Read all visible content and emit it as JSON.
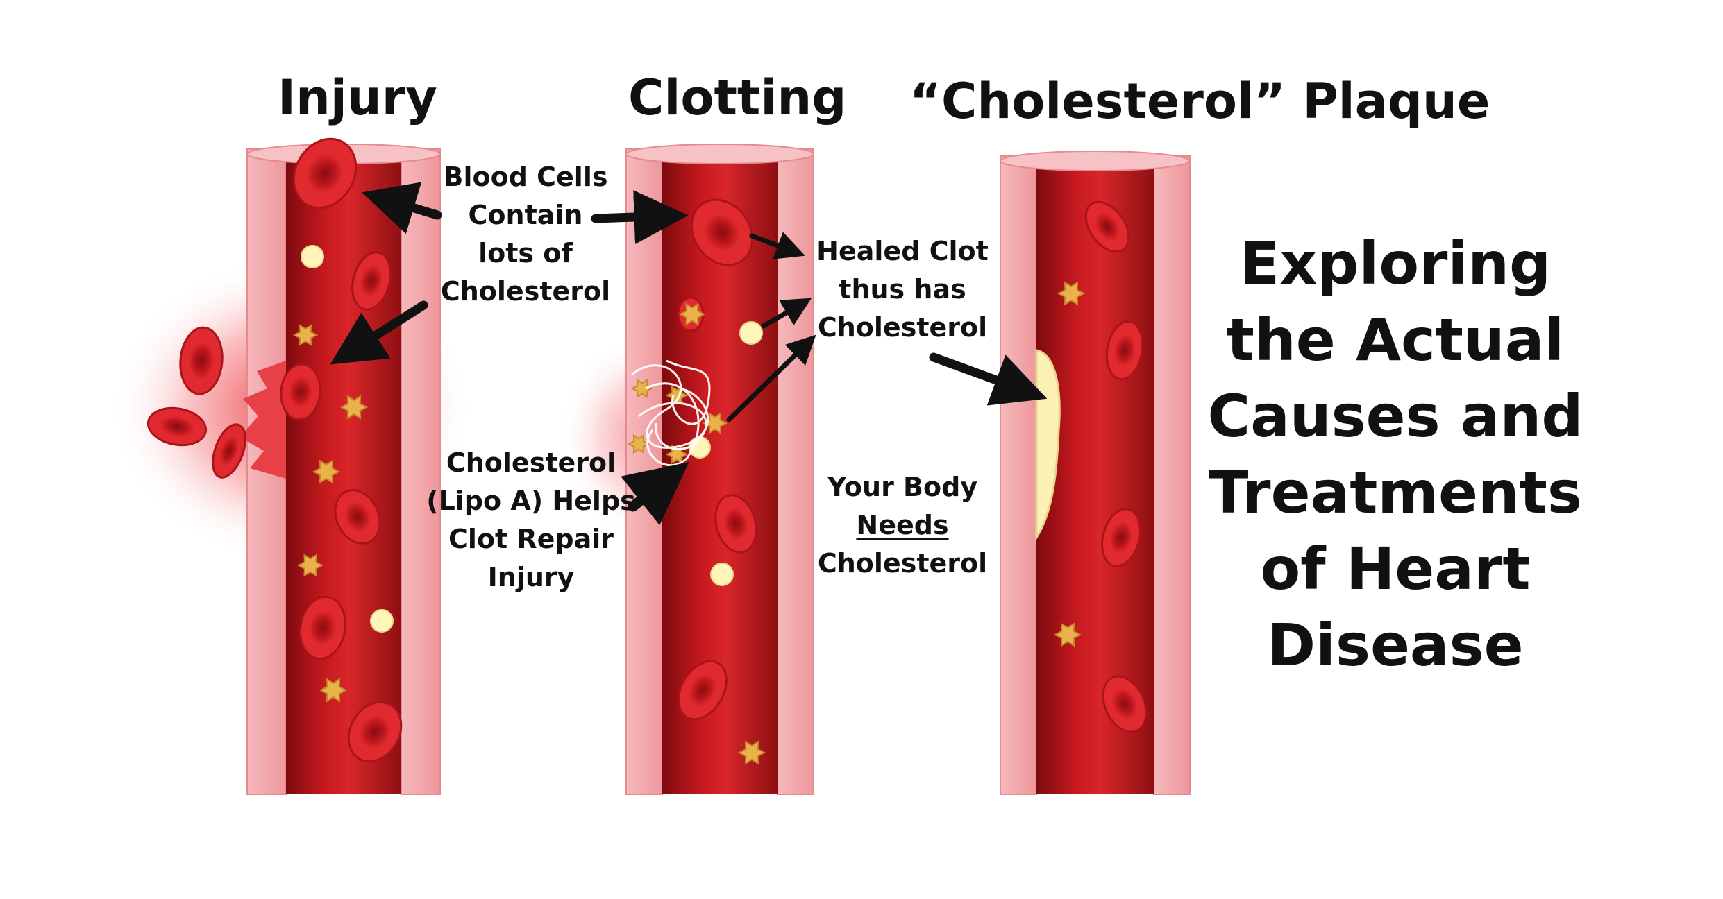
{
  "headings": {
    "injury": "Injury",
    "clotting": "Clotting",
    "plaque": "“Cholesterol” Plaque"
  },
  "annotations": {
    "blood_cells": [
      "Blood Cells",
      "Contain",
      "lots of",
      "Cholesterol"
    ],
    "lipo_a": [
      "Cholesterol",
      "(Lipo A) Helps",
      "Clot Repair",
      "Injury"
    ],
    "healed_clot": [
      "Healed Clot",
      "thus has",
      "Cholesterol"
    ],
    "body_needs": {
      "line1": "Your Body",
      "line2": "Needs",
      "line3": "Cholesterol"
    }
  },
  "side_title": [
    "Exploring",
    "the Actual",
    "Causes and",
    "Treatments",
    "of Heart",
    "Disease"
  ],
  "colors": {
    "text": "#111111",
    "vessel_wall": "#f3a7ab",
    "vessel_lumen": "#c81a1f",
    "red_cell": "#d01f24",
    "platelet": "#e9b24a",
    "cholesterol_dot": "#fff5b8",
    "plaque": "#fbf1b5",
    "fibrin": "#ffffff"
  }
}
